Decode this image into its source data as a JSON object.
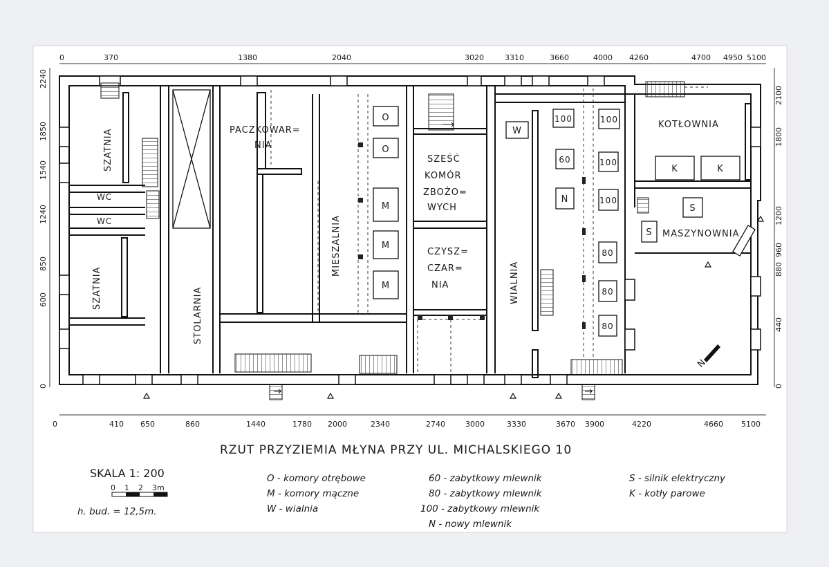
{
  "title": "RZUT PRZYZIEMIA MŁYNA PRZY UL. MICHALSKIEGO 10",
  "scale": {
    "label": "SKALA 1: 200",
    "bar_ticks": [
      "0",
      "1",
      "2",
      "3m"
    ],
    "height": "h. bud. = 12,5m."
  },
  "dims": {
    "top": [
      "0",
      "370",
      "1380",
      "2040",
      "3020",
      "3310",
      "3660",
      "4000",
      "4260",
      "4700",
      "4950",
      "5100"
    ],
    "bottom": [
      "0",
      "410",
      "650",
      "860",
      "1440",
      "1780",
      "2000",
      "2340",
      "2740",
      "3000",
      "3330",
      "3670",
      "3900",
      "4220",
      "4660",
      "5100"
    ],
    "left": [
      "2240",
      "1850",
      "1540",
      "1240",
      "850",
      "600",
      "0"
    ],
    "right": [
      "2100",
      "1800",
      "1200",
      "960",
      "880",
      "440",
      "0"
    ]
  },
  "rooms": {
    "szatnia_top": "SZATNIA",
    "wc1": "WC",
    "wc2": "WC",
    "szatnia_bottom": "SZATNIA",
    "stolarnia": "STOLARNIA",
    "paczkowarnia_1": "PACZKOWAR=",
    "paczkowarnia_2": "NIA",
    "mieszalnia": "MIESZALNIA",
    "komory_1": "SZEŚĆ",
    "komory_2": "KOMÓR",
    "komory_3": "ZBOŻO=",
    "komory_4": "WYCH",
    "czyszczarnia_1": "CZYSZ=",
    "czyszczarnia_2": "CZAR=",
    "czyszczarnia_3": "NIA",
    "wialnia": "WIALNIA",
    "kotlownia": "KOTŁOWNIA",
    "maszynownia": "MASZYNOWNIA"
  },
  "boxes": {
    "o1": "O",
    "o2": "O",
    "m1": "M",
    "m2": "M",
    "m3": "M",
    "w": "W",
    "m100a": "100",
    "m100b": "100",
    "m60": "60",
    "m100c": "100",
    "n": "N",
    "m100d": "100",
    "m80a": "80",
    "m80b": "80",
    "m80c": "80",
    "k1": "K",
    "k2": "K",
    "s1": "S",
    "s2": "S"
  },
  "legend": [
    "O - komory otrębowe",
    "M - komory mączne",
    "W - wialnia",
    "60 - zabytkowy mlewnik",
    "80 - zabytkowy mlewnik",
    "100 - zabytkowy mlewnik",
    "N - nowy mlewnik",
    "S - silnik elektryczny",
    "K - kotły parowe"
  ],
  "north": "N"
}
